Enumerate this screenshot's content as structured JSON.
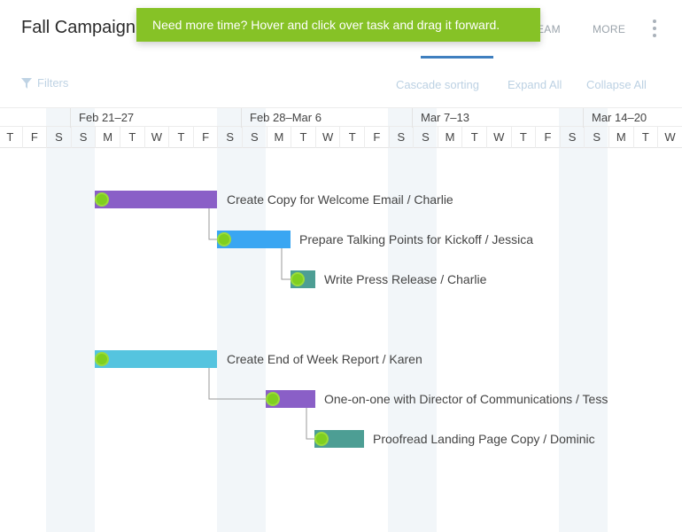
{
  "header": {
    "title": "Fall Campaign",
    "nav": {
      "team": "EAM",
      "more": "MORE"
    }
  },
  "toast": {
    "message": "Need more time? Hover and click over task and drag it forward."
  },
  "toolbar": {
    "filters": "Filters",
    "cascade_sorting": "Cascade sorting",
    "expand_all": "Expand All",
    "collapse_all": "Collapse All"
  },
  "timeline": {
    "weeks": [
      "Feb 21–27",
      "Feb 28–Mar 6",
      "Mar 7–13",
      "Mar 14–20"
    ],
    "days": [
      "T",
      "F",
      "S",
      "S",
      "M",
      "T",
      "W",
      "T",
      "F",
      "S",
      "S",
      "M",
      "T",
      "W",
      "T",
      "F",
      "S",
      "S",
      "M",
      "T",
      "W",
      "T",
      "F",
      "S",
      "S",
      "M",
      "T",
      "W"
    ]
  },
  "tasks": [
    {
      "label": "Create Copy for Welcome Email / Charlie",
      "color": "#8a5fc7"
    },
    {
      "label": "Prepare Talking Points for Kickoff / Jessica",
      "color": "#3aa6f2"
    },
    {
      "label": "Write Press Release / Charlie",
      "color": "#4d9e94"
    },
    {
      "label": "Create End of Week Report / Karen",
      "color": "#55c4df"
    },
    {
      "label": "One-on-one with Director of Communications / Tess",
      "color": "#8a5fc7"
    },
    {
      "label": "Proofread Landing Page Copy / Dominic",
      "color": "#4d9e94"
    }
  ],
  "colors": {
    "toast": "#86c226",
    "handle": "#7fcf20",
    "active_tab": "#3f7fbf",
    "toolbar_text": "#bcd1e3"
  }
}
